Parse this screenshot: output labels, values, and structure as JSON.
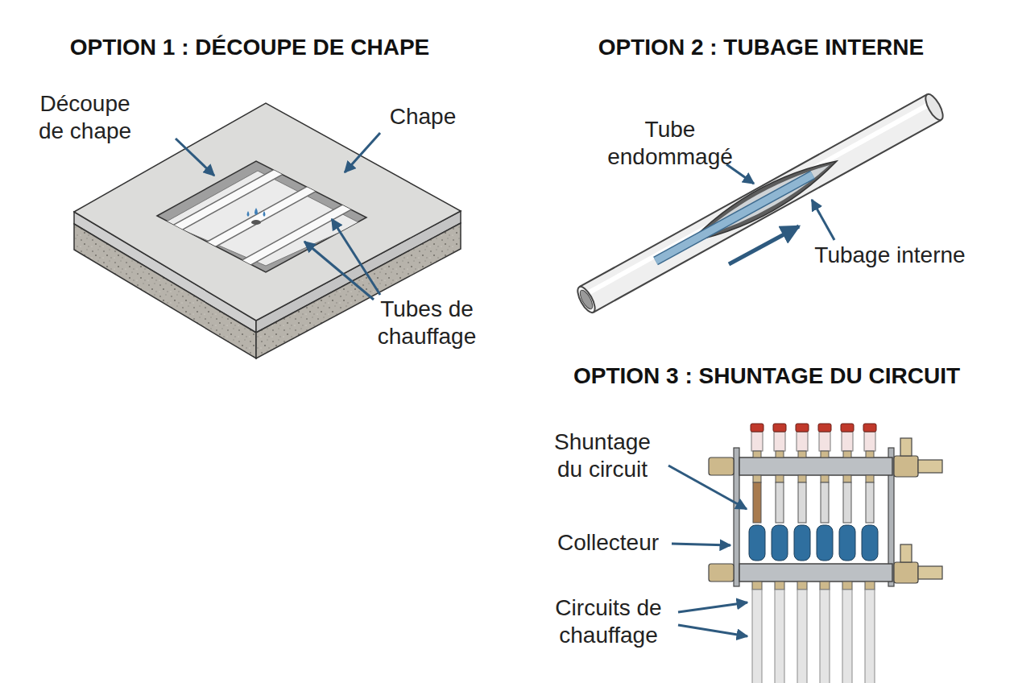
{
  "diagram": {
    "labels": [
      "OPTION 1 : DÉCOUPE DE CHAPE",
      "Découpe de chape",
      "Chape",
      "Tubes de chauffage",
      "OPTION 2 : TUBAGE INTERNE",
      "Tube endommagé",
      "Tubage interne",
      "OPTION 3 : SHUNTAGE DU CIRCUIT",
      "Shuntage du circuit",
      "Collecteur",
      "Circuits de chauffage"
    ]
  }
}
